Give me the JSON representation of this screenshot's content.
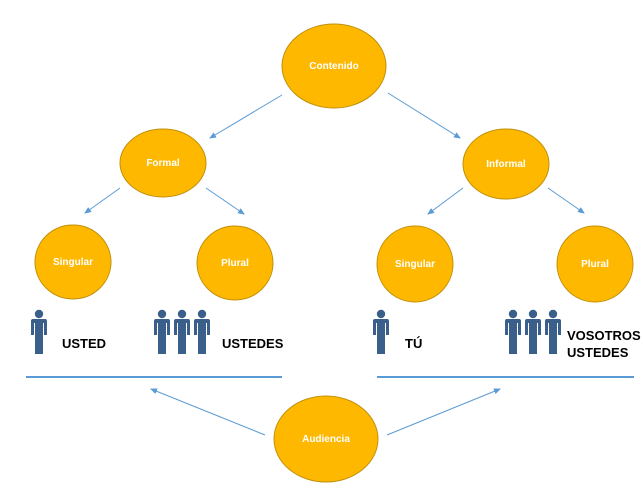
{
  "diagram": {
    "colors": {
      "node_fill": "#FFB800",
      "node_stroke": "#C0900A",
      "arrow": "#5B9BD5",
      "rule": "#5B9BD5",
      "person": "#3A5F8A"
    },
    "nodes": {
      "contenido": "Contenido",
      "formal": "Formal",
      "informal": "Informal",
      "formal_singular": "Singular",
      "formal_plural": "Plural",
      "informal_singular": "Singular",
      "informal_plural": "Plural",
      "audiencia": "Audiencia"
    },
    "labels": {
      "usted": "USTED",
      "ustedes": "USTEDES",
      "tu": "TÚ",
      "vosotros": "VOSOTROS",
      "vosotros_ustedes": "USTEDES"
    },
    "edges": [
      {
        "from": "contenido",
        "to": "formal"
      },
      {
        "from": "contenido",
        "to": "informal"
      },
      {
        "from": "formal",
        "to": "formal_singular"
      },
      {
        "from": "formal",
        "to": "formal_plural"
      },
      {
        "from": "informal",
        "to": "informal_singular"
      },
      {
        "from": "informal",
        "to": "informal_plural"
      },
      {
        "from": "audiencia",
        "to": "left-group"
      },
      {
        "from": "audiencia",
        "to": "right-group"
      }
    ]
  }
}
